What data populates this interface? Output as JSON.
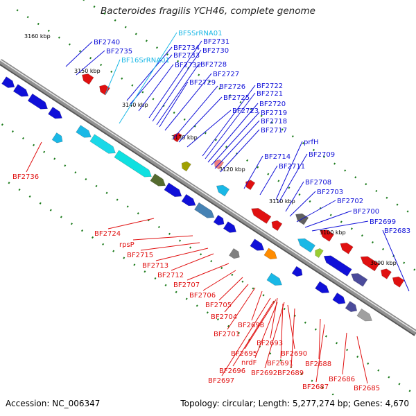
{
  "title": "Bacteroides fragilis YCH46, complete genome",
  "footer": {
    "accession": "Accession: NC_006347",
    "summary": "Topology: circular; Length: 5,277,274 bp; Genes: 4,670"
  },
  "colors": {
    "forward": "#1010d8",
    "reverse": "#e01010",
    "rna": "#1ab8e6",
    "backbone": "#909090",
    "dots": "#1a7a1a"
  },
  "ticks": [
    {
      "label": "3160 kbp"
    },
    {
      "label": "3150 kbp"
    },
    {
      "label": "3140 kbp"
    },
    {
      "label": "3130 kbp"
    },
    {
      "label": "3120 kbp"
    },
    {
      "label": "3110 kbp"
    },
    {
      "label": "3100 kbp"
    },
    {
      "label": "3090 kbp"
    }
  ],
  "forward_labels": [
    "BF2740",
    "BF2735",
    "BF2734",
    "BF2733",
    "BF2732",
    "BF2731",
    "BF2730",
    "BF2728",
    "BF2727",
    "BF2729",
    "BF2726",
    "BF2725",
    "BF2722",
    "BF2721",
    "BF2720",
    "BF2723",
    "BF2719",
    "BF2718",
    "BF2717",
    "BF2714",
    "prfH",
    "BF2709",
    "BF2711",
    "BF2708",
    "BF2703",
    "BF2702",
    "BF2700",
    "BF2699",
    "BF2683"
  ],
  "rna_labels": [
    "BF5SrRNA01",
    "BF16SrRNA01"
  ],
  "reverse_labels": [
    "BF2736",
    "BF2724",
    "rpsP",
    "BF2715",
    "BF2713",
    "BF2712",
    "BF2707",
    "BF2706",
    "BF2705",
    "BF2704",
    "BF2698",
    "BF2701",
    "BF2693",
    "BF2695",
    "BF2690",
    "nrdF",
    "BF2691",
    "BF2696",
    "BF2692",
    "BF2689",
    "BF2688",
    "BF2697",
    "BF2687",
    "BF2686",
    "BF2685"
  ]
}
